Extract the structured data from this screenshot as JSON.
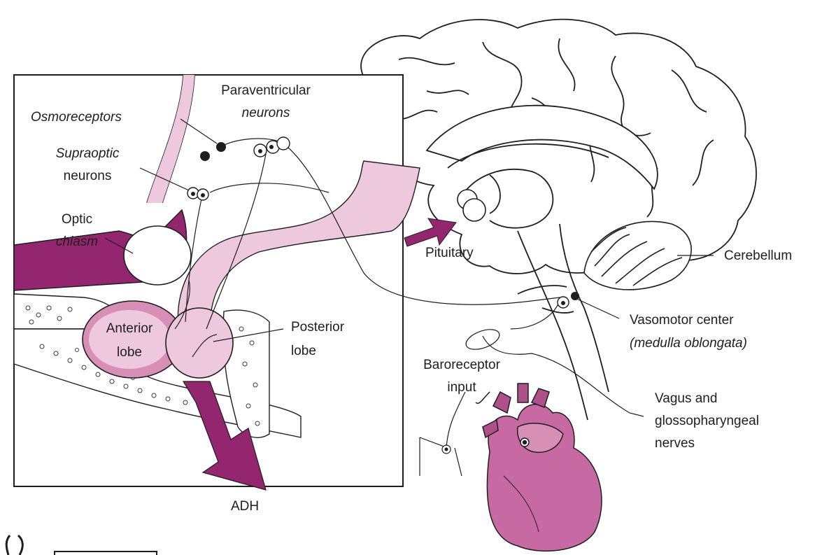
{
  "labels": {
    "osmoreceptors": "Osmoreceptors",
    "paraventricular_1": "Paraventricular",
    "paraventricular_2": "neurons",
    "supraoptic_1": "Supraoptic",
    "supraoptic_2": "neurons",
    "optic_1": "Optic",
    "optic_2": "chiasm",
    "anterior_1": "Anterior",
    "anterior_2": "lobe",
    "posterior_1": "Posterior",
    "posterior_2": "lobe",
    "pituitary": "Pituitary",
    "cerebellum": "Cerebellum",
    "vasomotor_1": "Vasomotor center",
    "vasomotor_2": "(medulla oblongata)",
    "baroreceptor_1": "Baroreceptor",
    "baroreceptor_2": "input",
    "vagus_1": "Vagus and",
    "vagus_2": "glossopharyngeal",
    "vagus_3": "nerves",
    "adh": "ADH"
  },
  "colors": {
    "magenta": "#93266f",
    "pink": "#eec9dd",
    "pink_mid": "#d88fb6",
    "ink": "#1e1e1e"
  }
}
